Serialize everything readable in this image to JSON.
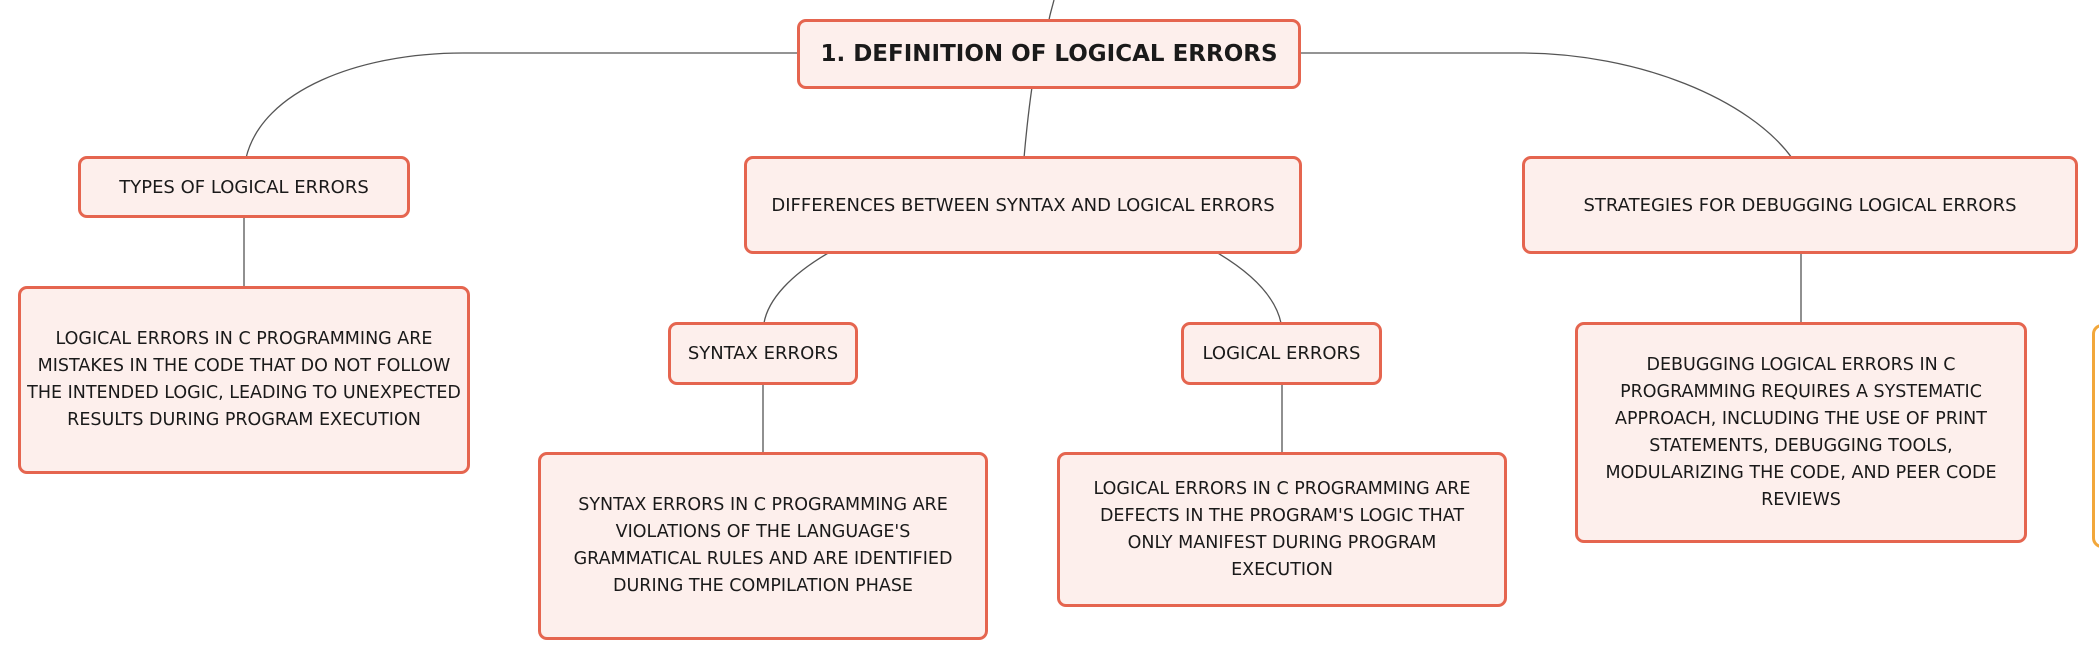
{
  "mindmap": {
    "root": "1. Definition of Logical Errors",
    "branches": {
      "types": {
        "label": "Types of Logical Errors",
        "description": "Logical errors in C programming are mistakes in the code that do not follow the intended logic, leading to unexpected results during program execution"
      },
      "differences": {
        "label": "Differences between Syntax and Logical Errors",
        "syntax": {
          "label": "Syntax Errors",
          "description": "Syntax errors in C programming are violations of the language's grammatical rules and are identified during the compilation phase"
        },
        "logical": {
          "label": "Logical Errors",
          "description": "Logical errors in C programming are defects in the program's logic that only manifest during program execution"
        }
      },
      "strategies": {
        "label": "Strategies for Debugging Logical Errors",
        "description": "Debugging logical errors in C programming requires a systematic approach, including the use of print statements, debugging tools, modularizing the code, and peer code reviews"
      }
    }
  },
  "colors": {
    "node_border": "#e5654f",
    "node_fill": "#fdefec",
    "connector": "#555555",
    "offscreen_card_border": "#f2a73b"
  }
}
